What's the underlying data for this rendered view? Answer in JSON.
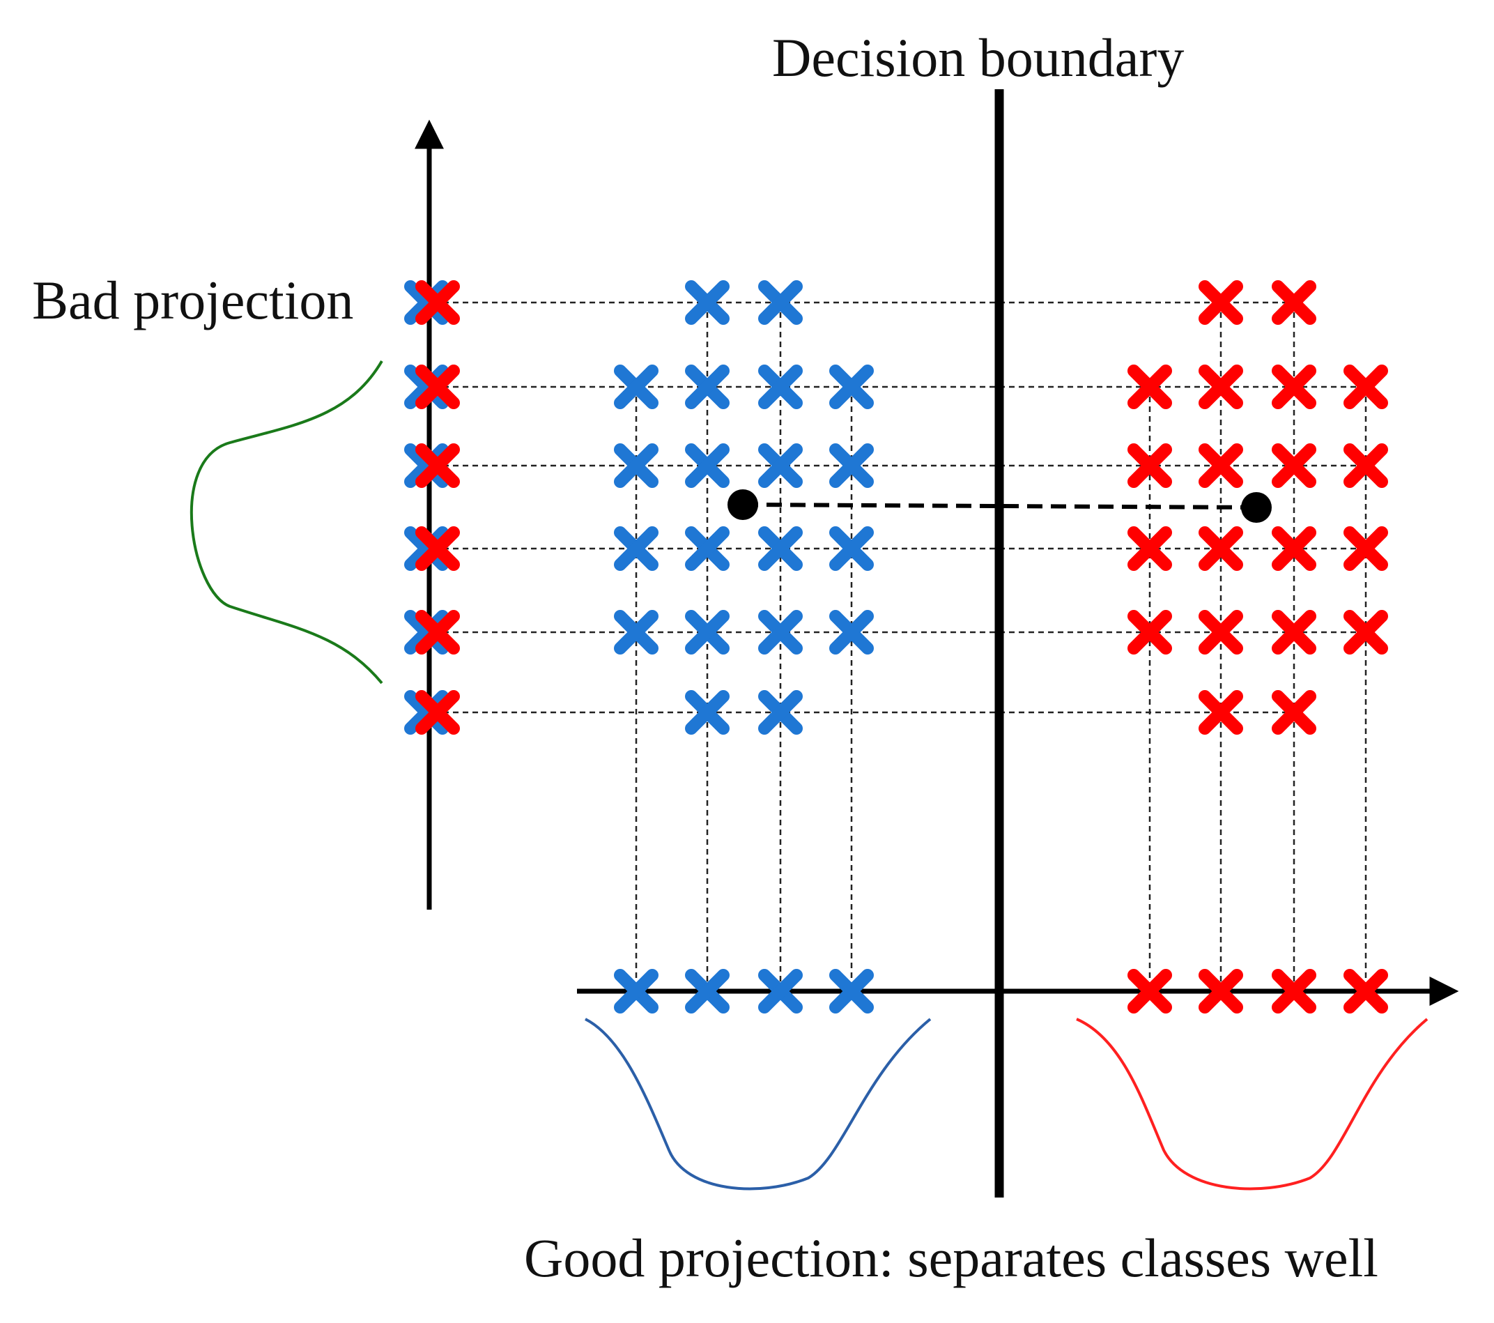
{
  "labels": {
    "decision_boundary": "Decision boundary",
    "bad_projection": "Bad projection",
    "good_projection": "Good projection: separates classes well"
  },
  "colors": {
    "class_a": "#1f77d4",
    "class_b": "#ff0000",
    "bad_curve": "#1a7a1a",
    "good_curve_a": "#2b5fa8",
    "good_curve_b": "#ff2020",
    "ink": "#000000"
  },
  "classes": [
    {
      "id": "class-a",
      "color_key": "class_a",
      "columns": [
        0,
        1,
        2,
        3
      ],
      "rows": [
        0,
        1,
        2,
        3,
        4,
        5
      ],
      "points": [
        [
          1,
          0
        ],
        [
          2,
          0
        ],
        [
          0,
          1
        ],
        [
          1,
          1
        ],
        [
          2,
          1
        ],
        [
          3,
          1
        ],
        [
          0,
          2
        ],
        [
          1,
          2
        ],
        [
          2,
          2
        ],
        [
          3,
          2
        ],
        [
          0,
          3
        ],
        [
          1,
          3
        ],
        [
          2,
          3
        ],
        [
          3,
          3
        ],
        [
          0,
          4
        ],
        [
          1,
          4
        ],
        [
          2,
          4
        ],
        [
          3,
          4
        ],
        [
          1,
          5
        ],
        [
          2,
          5
        ]
      ]
    },
    {
      "id": "class-b",
      "color_key": "class_b",
      "columns": [
        0,
        1,
        2,
        3
      ],
      "rows": [
        0,
        1,
        2,
        3,
        4,
        5
      ],
      "points": [
        [
          1,
          0
        ],
        [
          2,
          0
        ],
        [
          0,
          1
        ],
        [
          1,
          1
        ],
        [
          2,
          1
        ],
        [
          3,
          1
        ],
        [
          0,
          2
        ],
        [
          1,
          2
        ],
        [
          2,
          2
        ],
        [
          3,
          2
        ],
        [
          0,
          3
        ],
        [
          1,
          3
        ],
        [
          2,
          3
        ],
        [
          3,
          3
        ],
        [
          0,
          4
        ],
        [
          1,
          4
        ],
        [
          2,
          4
        ],
        [
          3,
          4
        ],
        [
          1,
          5
        ],
        [
          2,
          5
        ]
      ]
    }
  ],
  "mean_connector": {
    "from": "class-a",
    "to": "class-b"
  }
}
